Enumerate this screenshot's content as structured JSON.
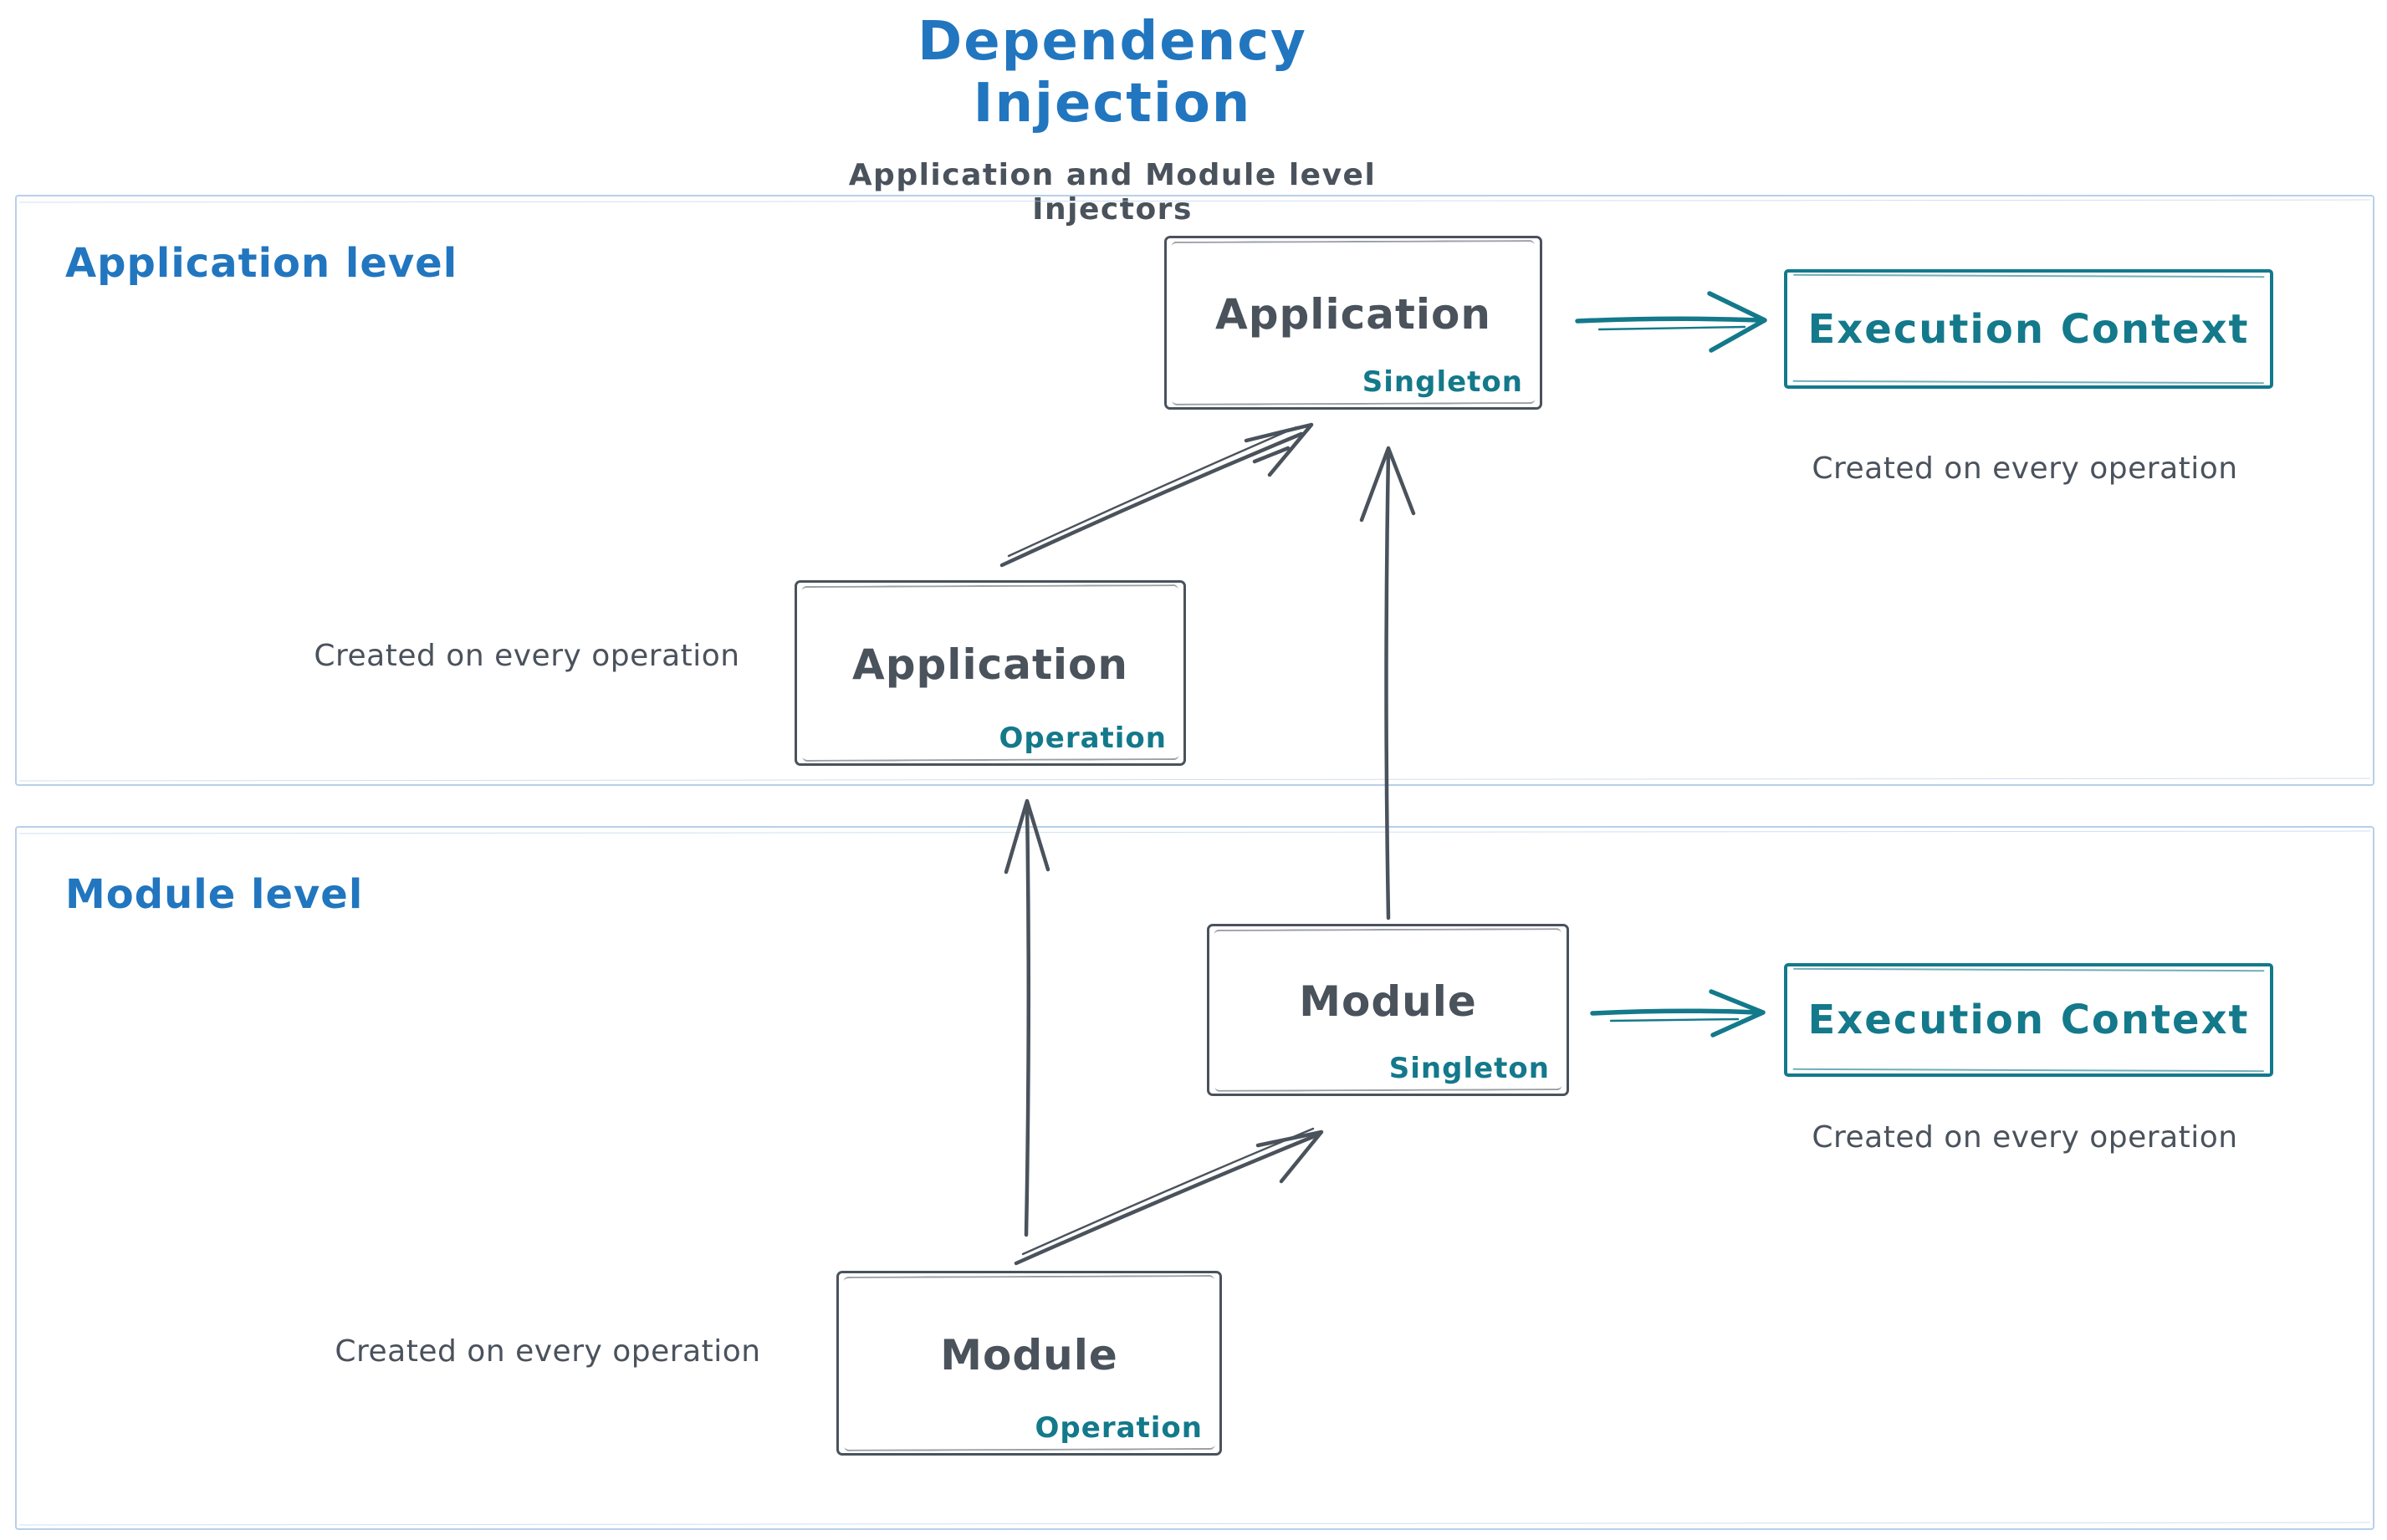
{
  "palette": {
    "blue": "#2176bf",
    "ink": "#4a525c",
    "teal": "#13798b",
    "frame": "#b8cfe9",
    "bg": "#ffffff"
  },
  "header": {
    "title": "Dependency Injection",
    "subtitle": "Application and Module level Injectors"
  },
  "application_level": {
    "label": "Application level",
    "singleton_box": {
      "title": "Application",
      "badge": "Singleton"
    },
    "operation_box": {
      "title": "Application",
      "badge": "Operation"
    },
    "operation_caption": "Created on every operation",
    "execution_context": {
      "label": "Execution Context",
      "caption": "Created on every operation"
    }
  },
  "module_level": {
    "label": "Module level",
    "singleton_box": {
      "title": "Module",
      "badge": "Singleton"
    },
    "operation_box": {
      "title": "Module",
      "badge": "Operation"
    },
    "operation_caption": "Created on every operation",
    "execution_context": {
      "label": "Execution Context",
      "caption": "Created on every operation"
    }
  }
}
